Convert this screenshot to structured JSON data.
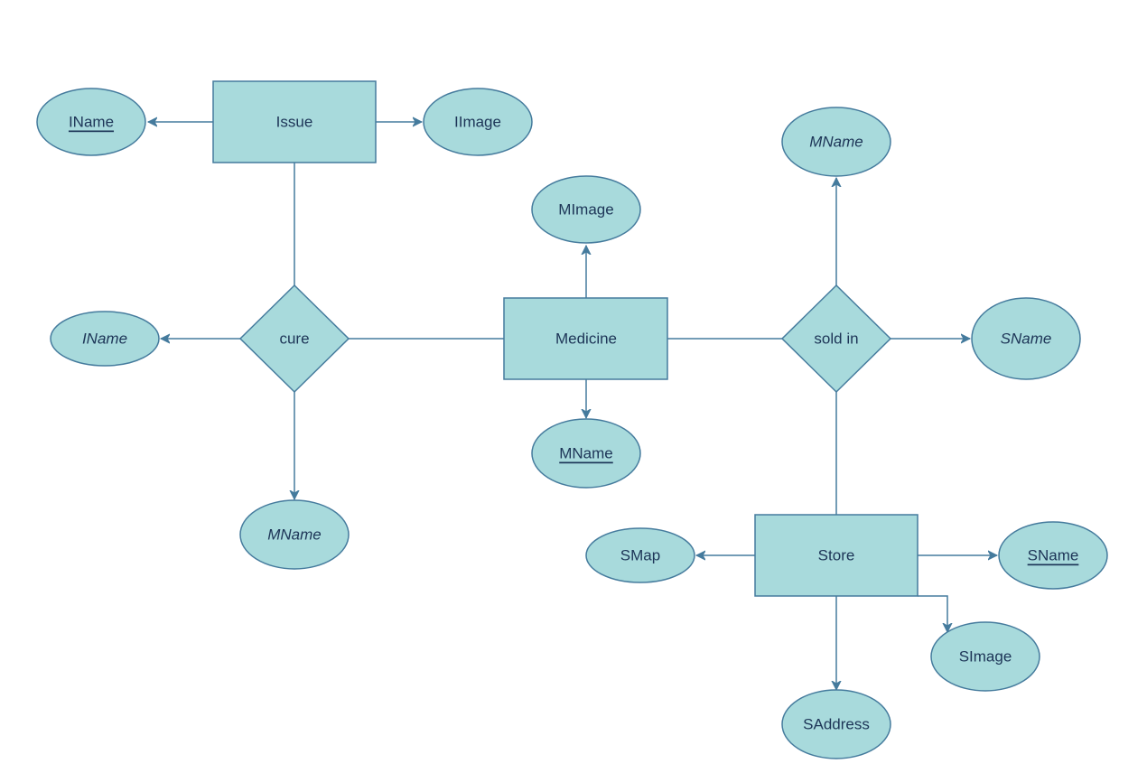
{
  "diagram": {
    "colors": {
      "fill": "#A8DADC",
      "stroke": "#457B9D",
      "text": "#1D3557",
      "background": "#FFFFFF"
    },
    "entities": {
      "issue": "Issue",
      "medicine": "Medicine",
      "store": "Store"
    },
    "relationships": {
      "cure": "cure",
      "sold_in": "sold in"
    },
    "attributes": {
      "issue_iname": "IName",
      "issue_iimage": "IImage",
      "cure_iname": "IName",
      "cure_mname": "MName",
      "medicine_mimage": "MImage",
      "medicine_mname": "MName",
      "soldin_mname": "MName",
      "soldin_sname": "SName",
      "store_smap": "SMap",
      "store_sname": "SName",
      "store_simage": "SImage",
      "store_saddress": "SAddress"
    }
  }
}
